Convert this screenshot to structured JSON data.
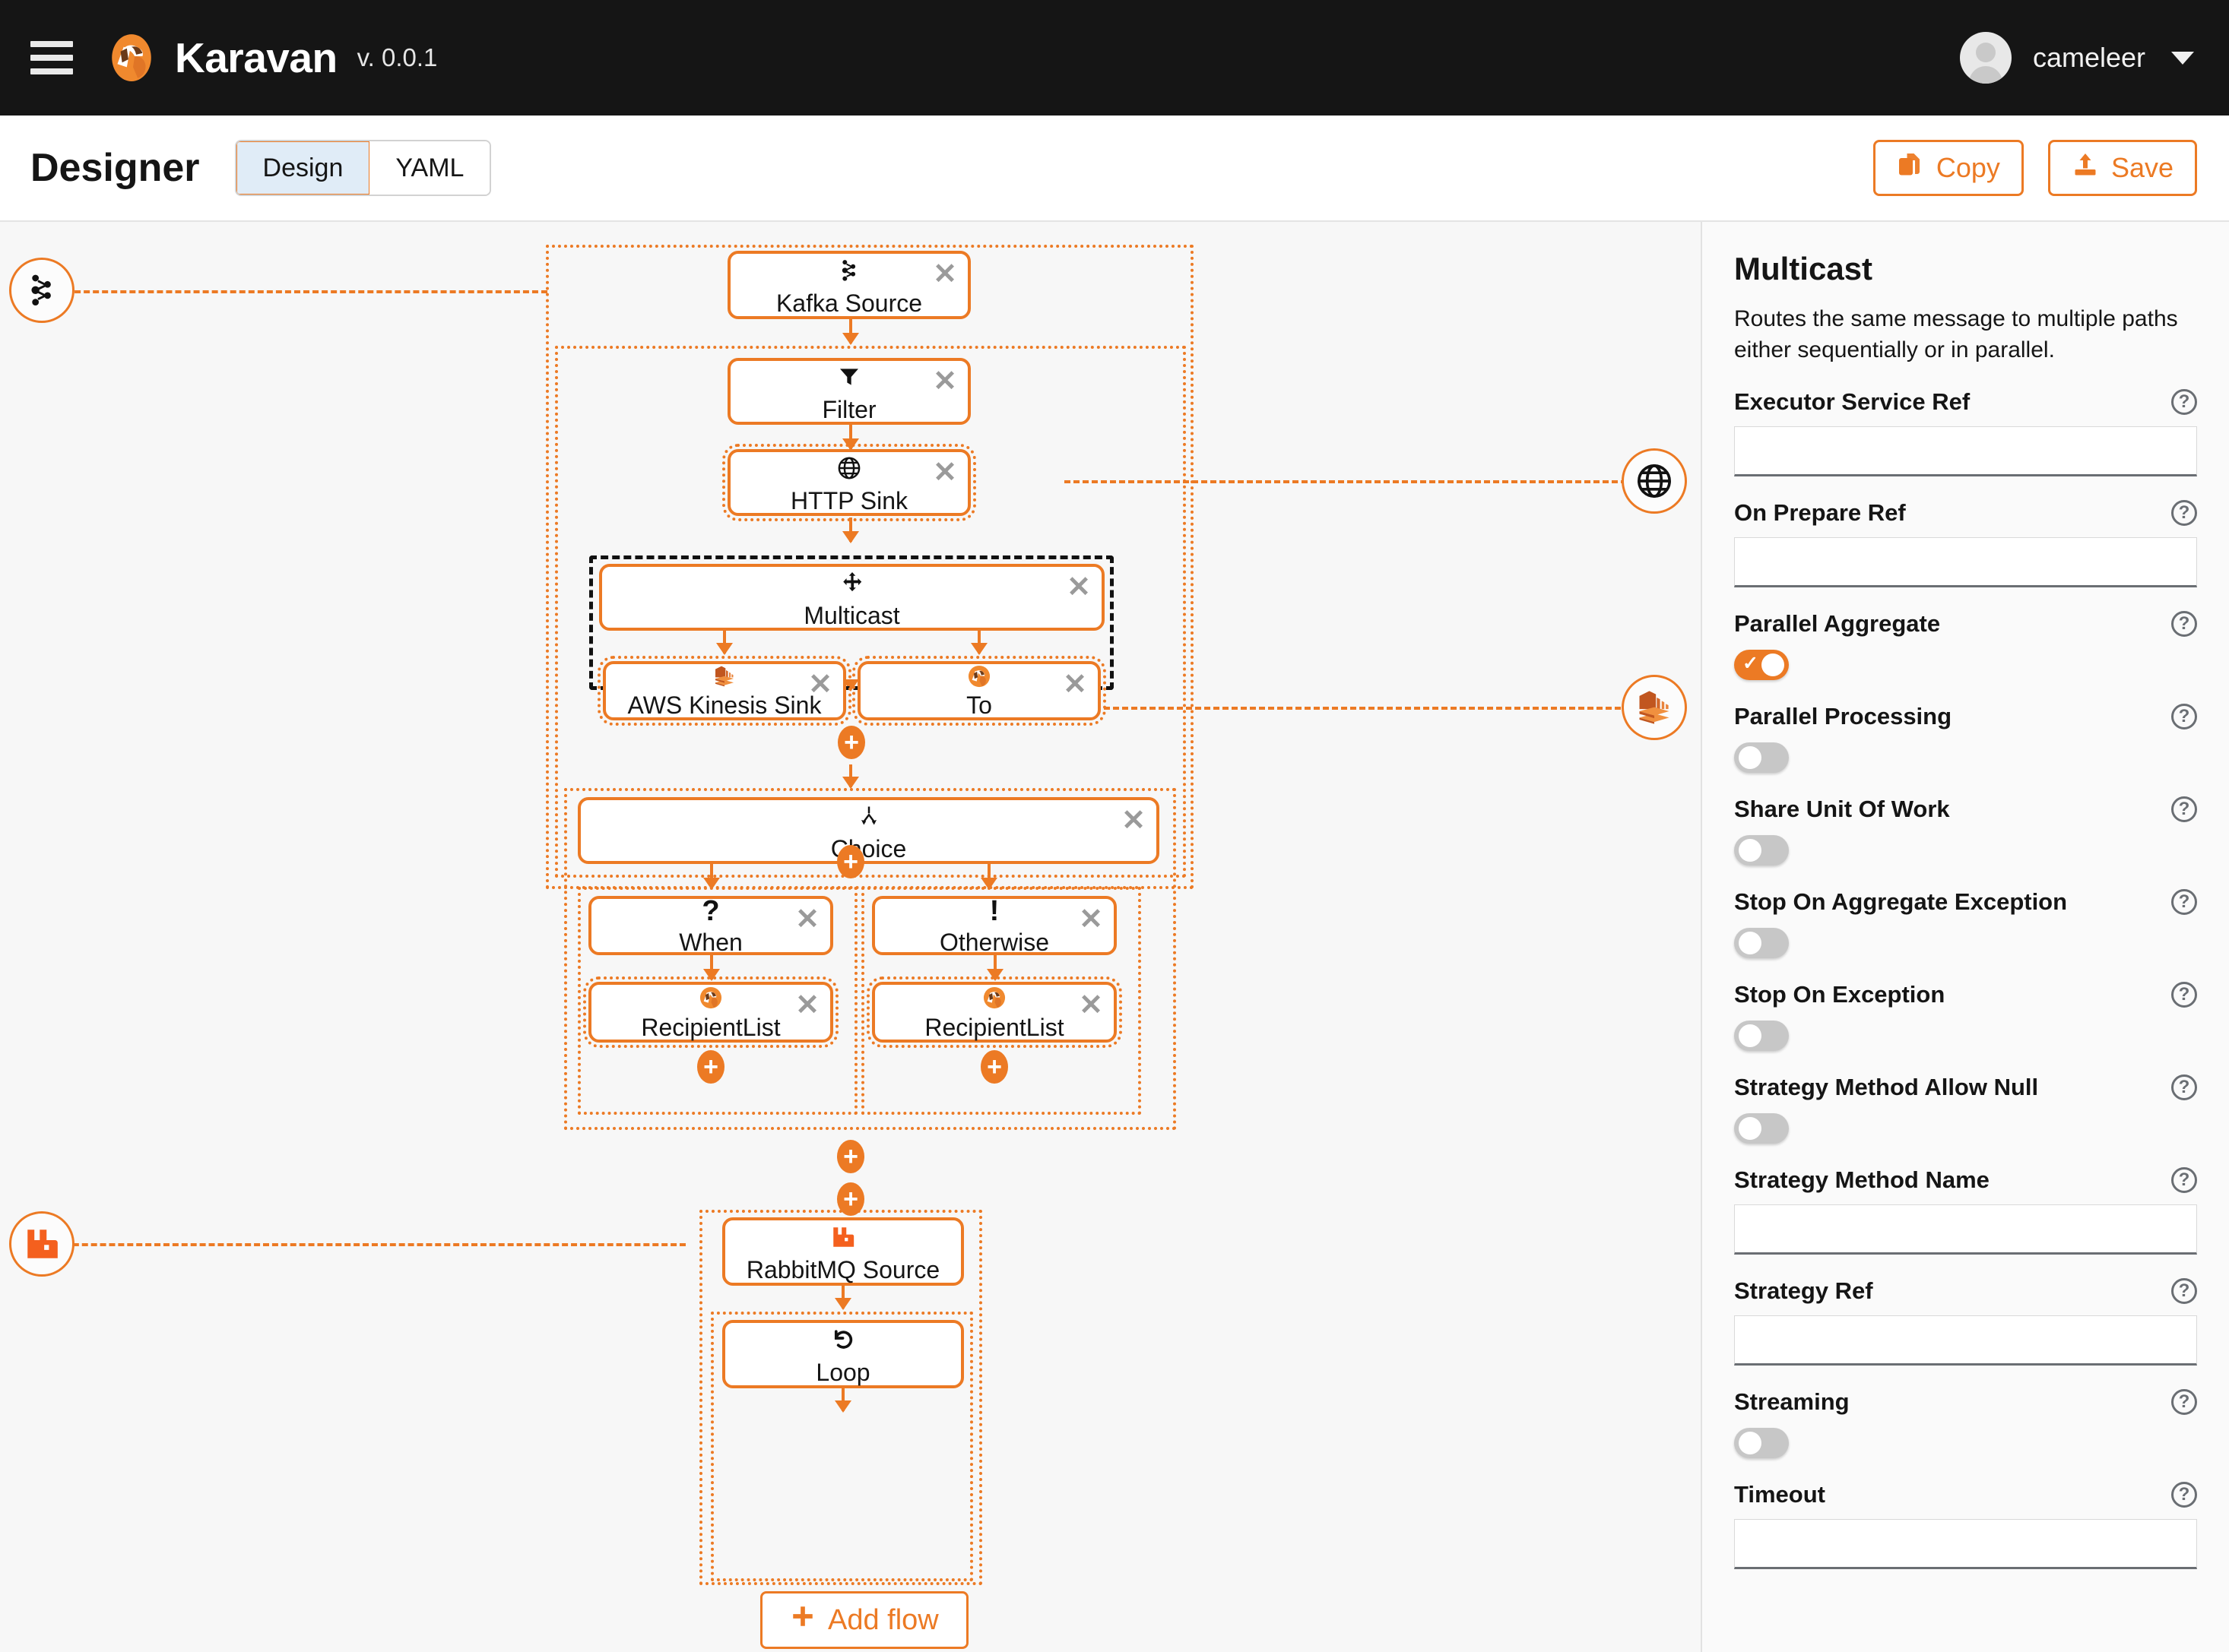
{
  "topbar": {
    "menu_icon": "hamburger-icon",
    "logo_icon": "karavan-camel-logo",
    "title": "Karavan",
    "version": "v. 0.0.1",
    "username": "cameleer",
    "caret_icon": "chevron-down-icon"
  },
  "subheader": {
    "page_title": "Designer",
    "tabs": [
      {
        "label": "Design",
        "active": true
      },
      {
        "label": "YAML",
        "active": false
      }
    ],
    "actions": [
      {
        "label": "Copy",
        "icon": "copy-icon"
      },
      {
        "label": "Save",
        "icon": "upload-icon"
      }
    ]
  },
  "canvas": {
    "add_flow_label": "Add flow",
    "add_flow_icon": "plus-icon",
    "badges": [
      {
        "name": "kafka-badge",
        "icon": "kafka-icon"
      },
      {
        "name": "http-badge",
        "icon": "globe-icon"
      },
      {
        "name": "aws-kinesis-badge",
        "icon": "aws-kinesis-icon"
      },
      {
        "name": "rabbitmq-badge",
        "icon": "rabbitmq-icon"
      }
    ],
    "steps": {
      "kafka_source": {
        "label": "Kafka Source",
        "icon": "kafka-icon"
      },
      "filter": {
        "label": "Filter",
        "icon": "funnel-icon"
      },
      "http_sink": {
        "label": "HTTP Sink",
        "icon": "globe-icon"
      },
      "multicast": {
        "label": "Multicast",
        "icon": "move-arrows-icon",
        "selected": true
      },
      "aws_kinesis_sink": {
        "label": "AWS Kinesis Sink",
        "icon": "aws-kinesis-icon"
      },
      "to": {
        "label": "To",
        "icon": "camel-icon"
      },
      "choice": {
        "label": "Choice",
        "icon": "branch-icon"
      },
      "when": {
        "label": "When",
        "icon": "question-icon"
      },
      "otherwise": {
        "label": "Otherwise",
        "icon": "exclamation-icon"
      },
      "recipient_list_1": {
        "label": "RecipientList",
        "icon": "camel-icon"
      },
      "recipient_list_2": {
        "label": "RecipientList",
        "icon": "camel-icon"
      },
      "rabbitmq_source": {
        "label": "RabbitMQ Source",
        "icon": "rabbitmq-icon"
      },
      "loop": {
        "label": "Loop",
        "icon": "loop-icon"
      }
    },
    "close_glyph": "✕",
    "plus_glyph": "+"
  },
  "properties": {
    "title": "Multicast",
    "description": "Routes the same message to multiple paths either sequentially or in parallel.",
    "help_glyph": "?",
    "fields": [
      {
        "label": "Executor Service Ref",
        "type": "text",
        "value": ""
      },
      {
        "label": "On Prepare Ref",
        "type": "text",
        "value": ""
      },
      {
        "label": "Parallel Aggregate",
        "type": "switch",
        "value": true
      },
      {
        "label": "Parallel Processing",
        "type": "switch",
        "value": false
      },
      {
        "label": "Share Unit Of Work",
        "type": "switch",
        "value": false
      },
      {
        "label": "Stop On Aggregate Exception",
        "type": "switch",
        "value": false
      },
      {
        "label": "Stop On Exception",
        "type": "switch",
        "value": false
      },
      {
        "label": "Strategy Method Allow Null",
        "type": "switch",
        "value": false
      },
      {
        "label": "Strategy Method Name",
        "type": "text",
        "value": ""
      },
      {
        "label": "Strategy Ref",
        "type": "text",
        "value": ""
      },
      {
        "label": "Streaming",
        "type": "switch",
        "value": false
      },
      {
        "label": "Timeout",
        "type": "text",
        "value": ""
      }
    ]
  },
  "colors": {
    "accent": "#ec7a24",
    "header_bg": "#151515",
    "canvas_bg": "#f7f7f7"
  }
}
